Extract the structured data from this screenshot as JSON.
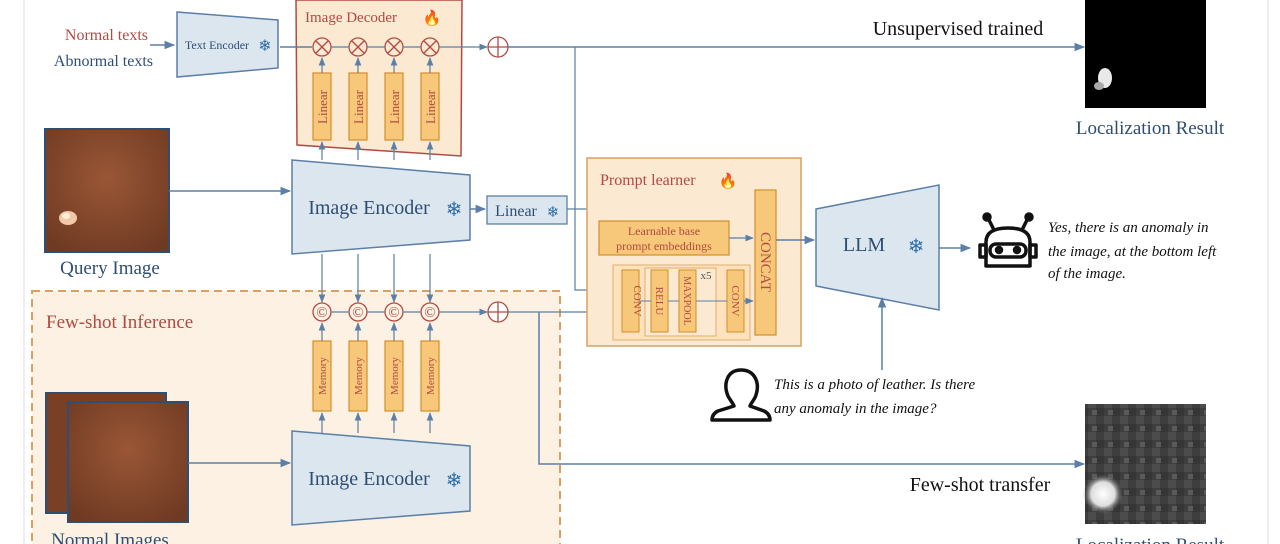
{
  "texts": {
    "normal_texts": "Normal texts",
    "abnormal_texts": "Abnormal texts",
    "text_encoder": "Text Encoder",
    "image_decoder": "Image Decoder",
    "linear": "Linear",
    "image_encoder": "Image Encoder",
    "query_image": "Query Image",
    "few_shot_inference": "Few-shot Inference",
    "memory": "Memory",
    "normal_images": "Normal Images",
    "unsupervised_trained": "Unsupervised trained",
    "localization_result": "Localization Result",
    "prompt_learner": "Prompt learner",
    "learnable_base_line1": "Learnable base",
    "learnable_base_line2": "prompt embeddings",
    "conv": "CONV",
    "relu": "RELU",
    "maxpool": "MAXPOOL",
    "x5": "x5",
    "concat": "CONCAT",
    "llm": "LLM",
    "answer_line1": "Yes, there is an anomaly in",
    "answer_line2": "the image, at the bottom left",
    "answer_line3": "of the image.",
    "question_line1": "This is a photo of leather. Is there",
    "question_line2": "any anomaly in the image?",
    "few_shot_transfer": "Few-shot transfer"
  },
  "symbols": {
    "multiply": "⊗",
    "add": "⊕",
    "concat_op": "©",
    "frozen": "❄",
    "trainable": "🔥"
  },
  "colors": {
    "arrow": "#5b7fa6",
    "encoder_fill": "#dbe6ef",
    "encoder_stroke": "#5b7fa6",
    "module_fill": "#fbe9d2",
    "module_stroke": "#d9a060",
    "block_fill": "#f7c77a",
    "block_stroke": "#d38f2c",
    "red_text": "#b24a42",
    "blue_text": "#2f4e74",
    "decoder_stroke": "#b24a42",
    "leather": "#8a4a2c"
  },
  "icons": [
    "snowflake-icon",
    "fire-icon",
    "robot-icon",
    "user-icon"
  ]
}
